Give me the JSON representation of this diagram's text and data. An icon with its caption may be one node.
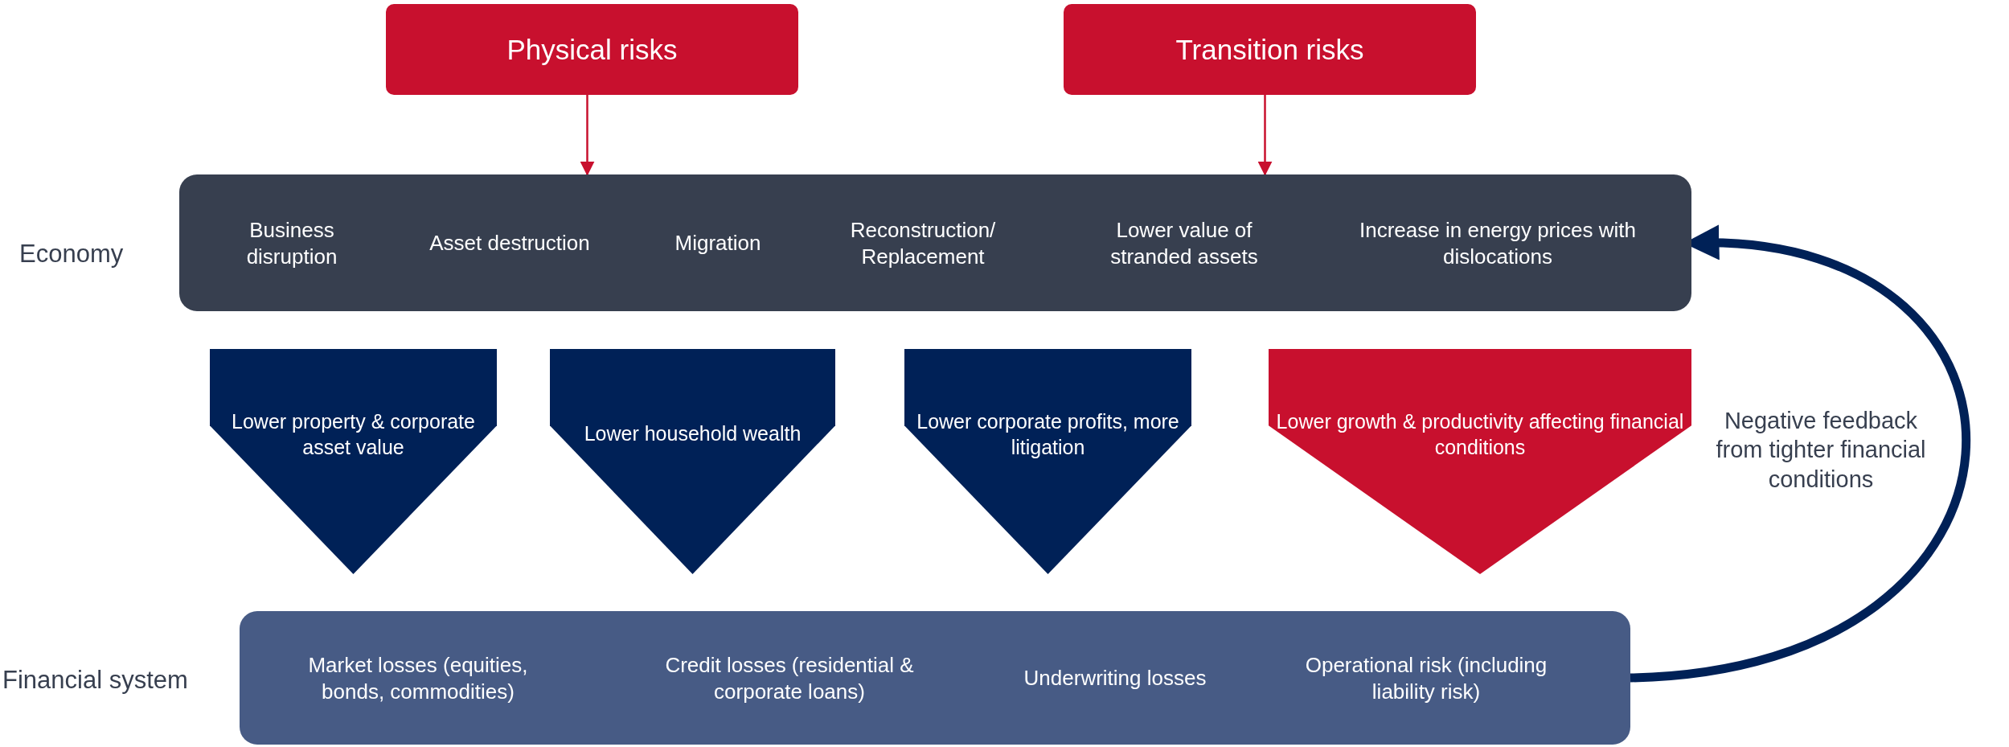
{
  "diagram": {
    "nodes": [
      {
        "text": [
          "Physical risks"
        ]
      },
      {
        "text": [
          "Transition risks"
        ]
      },
      {
        "text": [
          "Business disruption",
          "Asset destruction",
          "Migration",
          "Reconstruction/ Replacement",
          "Lower value of stranded assets",
          "Increase in energy prices with dislocations"
        ],
        "beside": [
          "Economy"
        ]
      },
      {
        "text": [
          "Lower property & corporate asset value"
        ]
      },
      {
        "text": [
          "Lower household wealth"
        ]
      },
      {
        "text": [
          "Lower corporate profits, more litigation"
        ]
      },
      {
        "text": [
          "Lower growth & productivity affecting financial conditions"
        ]
      },
      {
        "text": [
          "Market losses (equities, bonds, commodities)",
          "Credit losses (residential & corporate loans)",
          "Underwriting losses",
          "Operational risk (including liability risk)"
        ],
        "beside": [
          "Financial system"
        ]
      }
    ],
    "edges": [
      {
        "from": 0,
        "to": 2,
        "arrow": "to"
      },
      {
        "from": 1,
        "to": 2,
        "arrow": "to"
      },
      {
        "from": 7,
        "to": 2,
        "arrow": "to",
        "label": "Negative feedback from tighter financial conditions",
        "style": "thick",
        "color": "#002157"
      }
    ]
  }
}
